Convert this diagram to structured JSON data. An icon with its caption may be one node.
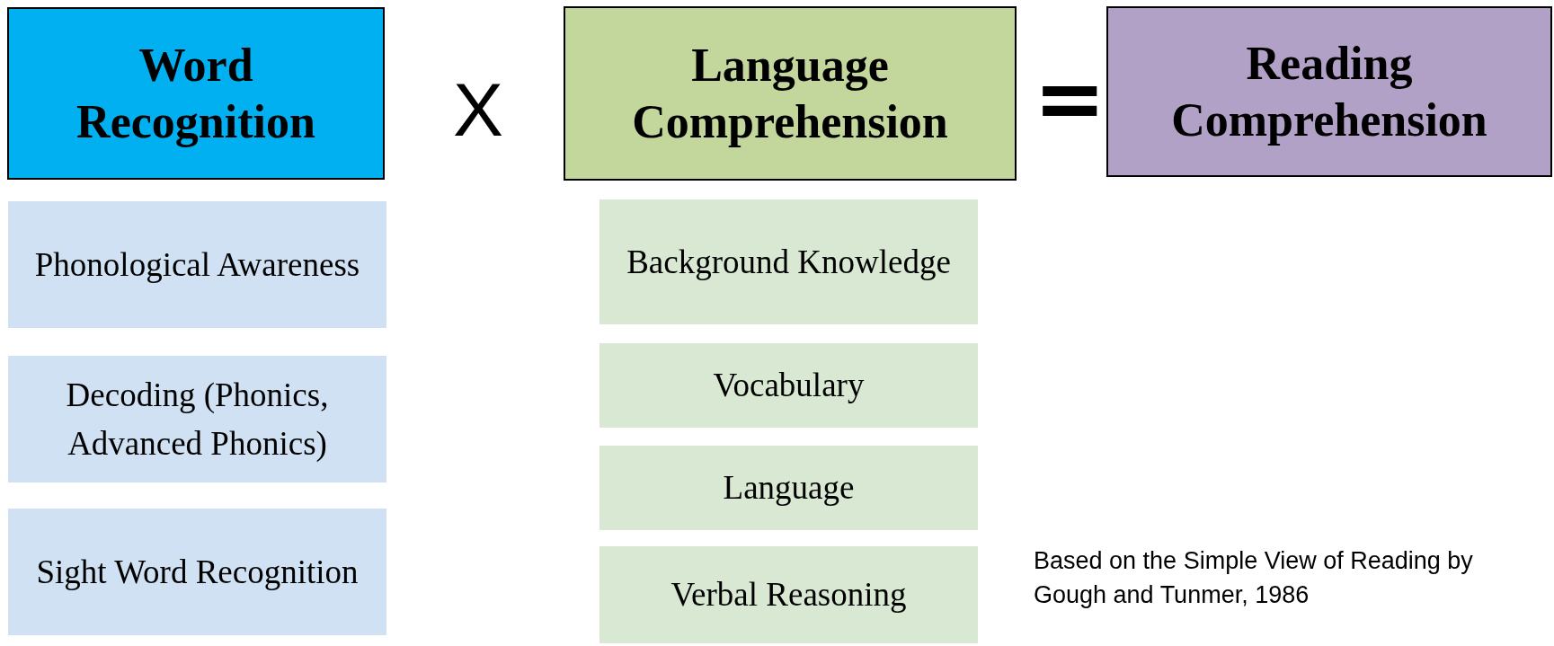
{
  "diagram": {
    "nodes": [
      {
        "text": [
          "Word Recognition"
        ]
      },
      {
        "text": [
          "Language Comprehension"
        ]
      },
      {
        "text": [
          "Reading Comprehension"
        ]
      },
      {
        "text": [
          "Phonological Awareness"
        ]
      },
      {
        "text": [
          "Decoding (Phonics, Advanced Phonics)"
        ]
      },
      {
        "text": [
          "Sight Word Recognition"
        ]
      },
      {
        "text": [
          "Background Knowledge"
        ]
      },
      {
        "text": [
          "Vocabulary"
        ]
      },
      {
        "text": [
          "Language"
        ]
      },
      {
        "text": [
          "Verbal Reasoning"
        ]
      }
    ],
    "labels": [
      "X",
      "=",
      "Based on the Simple View of Reading by Gough and Tunmer, 1986"
    ]
  }
}
